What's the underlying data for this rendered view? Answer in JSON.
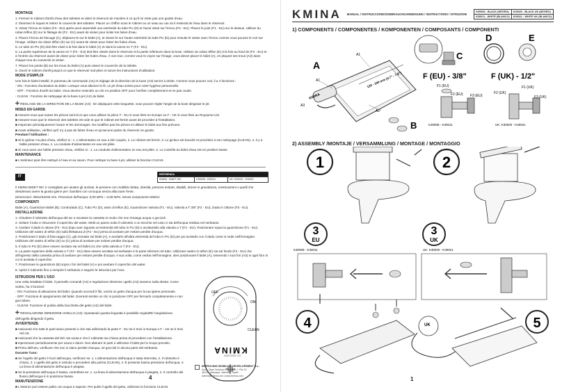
{
  "left": {
    "fr": {
      "montage_title": "MONTAGE",
      "montage_steps": [
        "1. Fermez le robinet d'arrêt d'eau des toilettes et videz le réservoir de manière à ce qu'il ne reste pas une goutte d'eau.",
        "2. Dévissez le loquet et retirez le couvercle des toilettes. Placez un chiffon sous le robinet ou un seau au cas où il resterait de l'eau dans le réservoir.",
        "3. Visser l'écrou en laiton (F3 - EU) après avoir assemblé une extrémité du tube PU (D) et l'avoir vissé sur l'écrou (F2 - EU). Placez le joint (F1 - EU) sur le dessus. Utilisez du ruban téflon (E) sur le filetage de (F2 - EU) avant de visser pour éviter les fuites d'eau.",
        "4. Placez l'écrou de blocage (C), déplacez-le sur le bidet (A), et vissez-le sur l'autre extrémité du tube PU (D) pour ensuite le visser avec l'écrou comme vous pouvez le voir sur l'image. Utilisez du ruban téflon (E) sur (C) avant de visser pour éviter les fuites d'eau.",
        "5. Le tube en PU (D) doit être vissé à la fois dans le bidet (A) et dans la vanne en T (F2 - EU).",
        "6. La partie supérieure de la vanne en T (F2 - EU) doit être vissée dans le réservoir et la partie inférieure dans la buse. Utilisez du ruban téflon (E) à la fois au fond de (F2 - EU) et à l'entrée du réservoir avant de visser pour éviter les fuites d'eau. À son tour, comme vous le voyez sur l'image, vous devez placer le bidet (A), en plaçant ses trous (A3) dans chaque trou du couvercle et visser.",
        "7. Placez les points (B) sur les trous du bidet (A) puis vissez le couvercle de la toilette.",
        "8. Ouvrir le robinet d'arrêt jusqu'à ce que le réservoir soit plein et suivre les instructions d'utilisation."
      ],
      "mode_title": "MODE D'EMPLOI",
      "mode_intro": "Une fois le bidet installé, le panneau de commande (A4) et réglage de la direction de la buse (A3) seront à droite. Comme vous pouvez voir, il a 4 fonctions :",
      "mode_items": [
        "- ON : Fonction d'activation du bidet. Lorsque vous allumez le fil, un jet d'eau sortira pour votre hygiène personnelle.",
        "- OFF : Fonction d'arrêt du bidet. Vous devriez entendre un clic en position OFF pour l'arrêter complètement et ne pas couler.",
        "- CLEAN : Fonction de nettoyage de la buse à jet (A2) du bidet."
      ],
      "reglage": "RÉGLAGE DE LA DIRECTION DE LA BUSE (A3) : En déplaçant cette languette, vous pouvez régler l'angle de la buse dirigeant le jet.",
      "mises_title": "MISES EN GARDE",
      "mises_items": [
        "■ Assurez-vous que toutes les pièces sont là et que vous utilisez la pièce F - EU si vous êtes en Europe ou F - UK si vous êtes au Royaume-Uni.",
        "■ Assurez-vous que le réservoir des toilettes est vide et que le robinet est fermé avant de procéder à l'installation.",
        "■ Inspectez périodiquement l'usure et les dommages. Ne modifiez pas les pièces et utilisez le bidet aux fins prévues.",
        "■ Avant utilisation, vérifiez qu'il n'y a pas de fuites d'eau et qu'aucune partie du réservoir ne goutte."
      ],
      "pendant_title": "Pendant l'utilisation :",
      "pendant_items": [
        "■ Si le gicleur n'a plus d'eau, vérifiez si : 1. L'alimentation en eau a été coupée, 2. Le robinet est fermé, 3. Le gicleur est bouché et procédez à son nettoyage (CLEAN), 4. Il y a faible pression d'eau, 4. La conduite d'alimentation en eau est pliée.",
        "■ Si vous avez une faible pression d'eau, vérifiez si : 1. La conduite d'alimentation en eau est pliée, 2. Le contrôle du bidet d'eau est en position basse."
      ],
      "maint_title": "MAINTENANCE",
      "maint_text": "■ L'extérieur peut être nettoyé à l'eau et au savon. Pour nettoyer la buse à jet, utilisez la fonction CLEAN."
    },
    "it": {
      "tag": "IT",
      "ref_header": "REFERENZA",
      "ref_row1": [
        "KIMBA - BIDET WC",
        "K30008 - K30011",
        "UK: K30020 - K30021"
      ],
      "intro": "Il KMINA BIDET WC è consigliato per aiutare gli anziani, le persone con mobilità ridotta, obesità, persone sedute, disabili, donne in gravidanza, mestruazioni o quelli che desiderano avere la giusta igiene per i bambini con un'acqua senza allacciare l'ente.",
      "dimensions": "Dimensioni: 392x253x94 mm. Pressione dell'acqua: 0,05 MPa ÷ 0,08 MPa. Senza componenti elettrici.",
      "comp_title": "COMPONENTI",
      "comp_text": "Bidet (A), Guarnizioni Bidet (B), Controdado (C), Tubo PU (D), astro di teflon (E), Guarnizione Valvola (F1 - EU), Valvola a T 3/8\" (F2 - EU), Dado in Ottone (F3 - EU).",
      "inst_title": "INSTALLAZIONE",
      "inst_steps": [
        "1. Chiudere il rubinetto dell'acqua del wc e svuotare la cassetta in modo che non rimanga acqua o goccioli.",
        "2. Svitare il tubo e rimuovere il coperchio del water. Metti un panno sotto il rubinetto o un secchio nel caso ci sia dell'acqua residua nel serbatoio.",
        "3. Avvitare il dado in ottone (F3 - EU) dopo aver sigurato un'estremità del tubo in PU (D) e avvitandolo alla valvola a T (F2 - EU). Posizionare sopra la guarnizione (F1 - EU). Utilizzare del nastro di teflon (E) sulla filettatura di (F2 - EU) prima di avvitare per evitare perdite d'acqua.",
        "4. Posizionare il dado di bloccaggio (C), già montato sul bidet (A), e avvitarlo all'altra estremità del tubo in PU (D) per poi avvitarlo con il dado come si vede nell'immagine. Utilizzare del nastro di teflon (E) su (C) prima di avvitare per evitare perdite d'acqua.",
        "5. Il tubo in PU (D) deve essere avvitato sia nel bidet (A) che nella valvola a T (F2 - EU).",
        "6. La parte superiore della valvola a T (F2 - EU) deve essere avvitata nel serbatoio e la parte inferiore nel tubo. Utilizzare nastro in teflon (E) sia sul fondo (F2 - EU) che all'ingresso della cassetta prima di avvitare per evitare perdite d'acqua. A sua volta, come vedrai nell'immagine, devi posizionare il bidet (A), inserendo i suoi fori (A3) in ogni foro in cui si avvitata il coperchio.",
        "7. Posizionare le guarnizioni (B) sopra i fori del bidet (A) e poi avvitare il coperchio del water.",
        "8. Aprire il rubinetto fino a riempire il serbatoio e seguire le istruzioni per l'uso."
      ],
      "uso_title": "ISTRUZIONI PER L'USO",
      "uso_intro": "Una volta installato il bidet, il pannello comandi (A4) e regolazione direzione ugello (A3) saranno sulla destra. Come vedrai, ha 4 funzioni:",
      "uso_items": [
        "- ON: Funzione di attivazione del bidet. Quando accendi il filo, uscirà un getto d'acqua per la tua igiene personale.",
        "- OFF: Funzione di spegnimento del bidet. Dovresti sentire un clic in posizione OFF per fermarlo completamente e non gocciolare.",
        "- CLEAN: Funzione di pulizia della bocchetta del getto (A2) del bidet."
      ],
      "regolazione": "REGOLAZIONE DIREZIONE UGELLO (A3): Spostando questa linguetta è possibile regolaRE l'angolazione dell'ugello dirigendo il getto.",
      "avv_title": "AVVERTENZE",
      "avv_items": [
        "■ Assicurati che tutte le parti siano presenti e che stai utilizzando la parte F - EU se ti trovi in Europa o F - UK se ti trovi nel UK.",
        "■ Assicurati che la cassetta del WC sia vuota e che il rubinetto sia chiuso prima di procedere con l'installazione.",
        "■ Ispezionare periodicamente per usura e danni. Non alterare le parti e utilizzare il bidet per lo scopo previsto.",
        "■ Prima dell'uso, verificare che non vi siano perdite d'acqua, né goccioli in alcuna parte del serbatoio."
      ],
      "durante_title": "Durante l'uso:",
      "durante_items": [
        "■ Se l'ugello del getto è fuori dall'acqua, verificare se: 1. L'alimentazione dell'acqua è stata interrotta, 2. Il rubinetto è chiuso, 3. L'ugello del getto è ostruito e procedere alla pulizia (CLEAN), 4. È presente bassa pressione dell'acqua, 4. La linea di alimentazione dell'acqua è piegata.",
        "■ Se la pressione dell'acqua è bassa, controllare se: 1. La linea di alimentazione dell'acqua è piegata, 2. Il controllo del flusso dell'acqua è in posizione bassa."
      ],
      "manut_title": "MANUTENZIONE",
      "manut_text": "■ L'esterno può essere pulito con acqua e sapone. Per pulire l'ugello del getto, utilizzare la funzione CLEAN."
    },
    "remote_labels": {
      "off": "OFF",
      "on": "ON",
      "clean": "CLEAN",
      "brand": "KMINA"
    },
    "date": "04/07/2022 V.5",
    "company": {
      "name": "IMPROVING MOBILITY DEVELOPMENT S.L.",
      "lines": [
        "Avda. Mare Nostrum 1, Bloque 1, Pta 19",
        "46120, Alboraya, Valencia, Spain",
        "admin@kmina.com | www.kmina.com"
      ]
    },
    "page_number": "4"
  },
  "right": {
    "brand": "KMINA",
    "manual_title": "MANUAL / INSTRUCCIONES/GEBRAUCHSANWEISUNG / INSTRUCTIONS / ISTRUZIONI",
    "codes": [
      [
        "K30008 - BLACK (NEGRO)",
        "K30020 - BLACK UK (NEGRO)"
      ],
      [
        "K30011 - WHITE (BLANCO)",
        "K30021 - WHITE UK (BLANCO)"
      ]
    ],
    "sec1": "1) COMPONENTS / COMPONENTES / KOMPONENTEN / COMPOSANTS / COMPONENTI",
    "sec2": "2) ASSEMBLY /MONTAJE / VERSAMMLUNG / MONTAGE / MONTAGGIO",
    "comp_letters": {
      "a": "A",
      "b": "B",
      "c": "C",
      "d": "D",
      "e": "E"
    },
    "comp_parts": {
      "a1": "A1",
      "a1b": "A1",
      "a2": "A2",
      "a3": "A3"
    },
    "dim_text": "120 - 190 mm (4.7\" - 7.8\")",
    "nozzle_brand": "KMINA",
    "feu_title": "F (EU) - 3/8\"",
    "fuk_title": "F (UK) - 1/2\"",
    "feu_parts": [
      "F1 (EU)",
      "F2 (EU)",
      "F3 (EU)"
    ],
    "fuk_parts": [
      "F2 (UK)",
      "F1 (UK)",
      "F3 (UK)"
    ],
    "feu_codes": "K30008 - K30011",
    "fuk_codes": "UK: K30020 - K30021",
    "steps": {
      "s1": "1",
      "s2": "2",
      "s3": "3",
      "s4": "4",
      "s5": "5"
    },
    "step3_eu": {
      "num": "3",
      "tag": "EU",
      "codes": "K30008 - K30011"
    },
    "step3_uk": {
      "num": "3",
      "tag": "UK",
      "codes": "UK: K30020 - K30021"
    },
    "uk_tag": "UK",
    "page_number": "1"
  }
}
